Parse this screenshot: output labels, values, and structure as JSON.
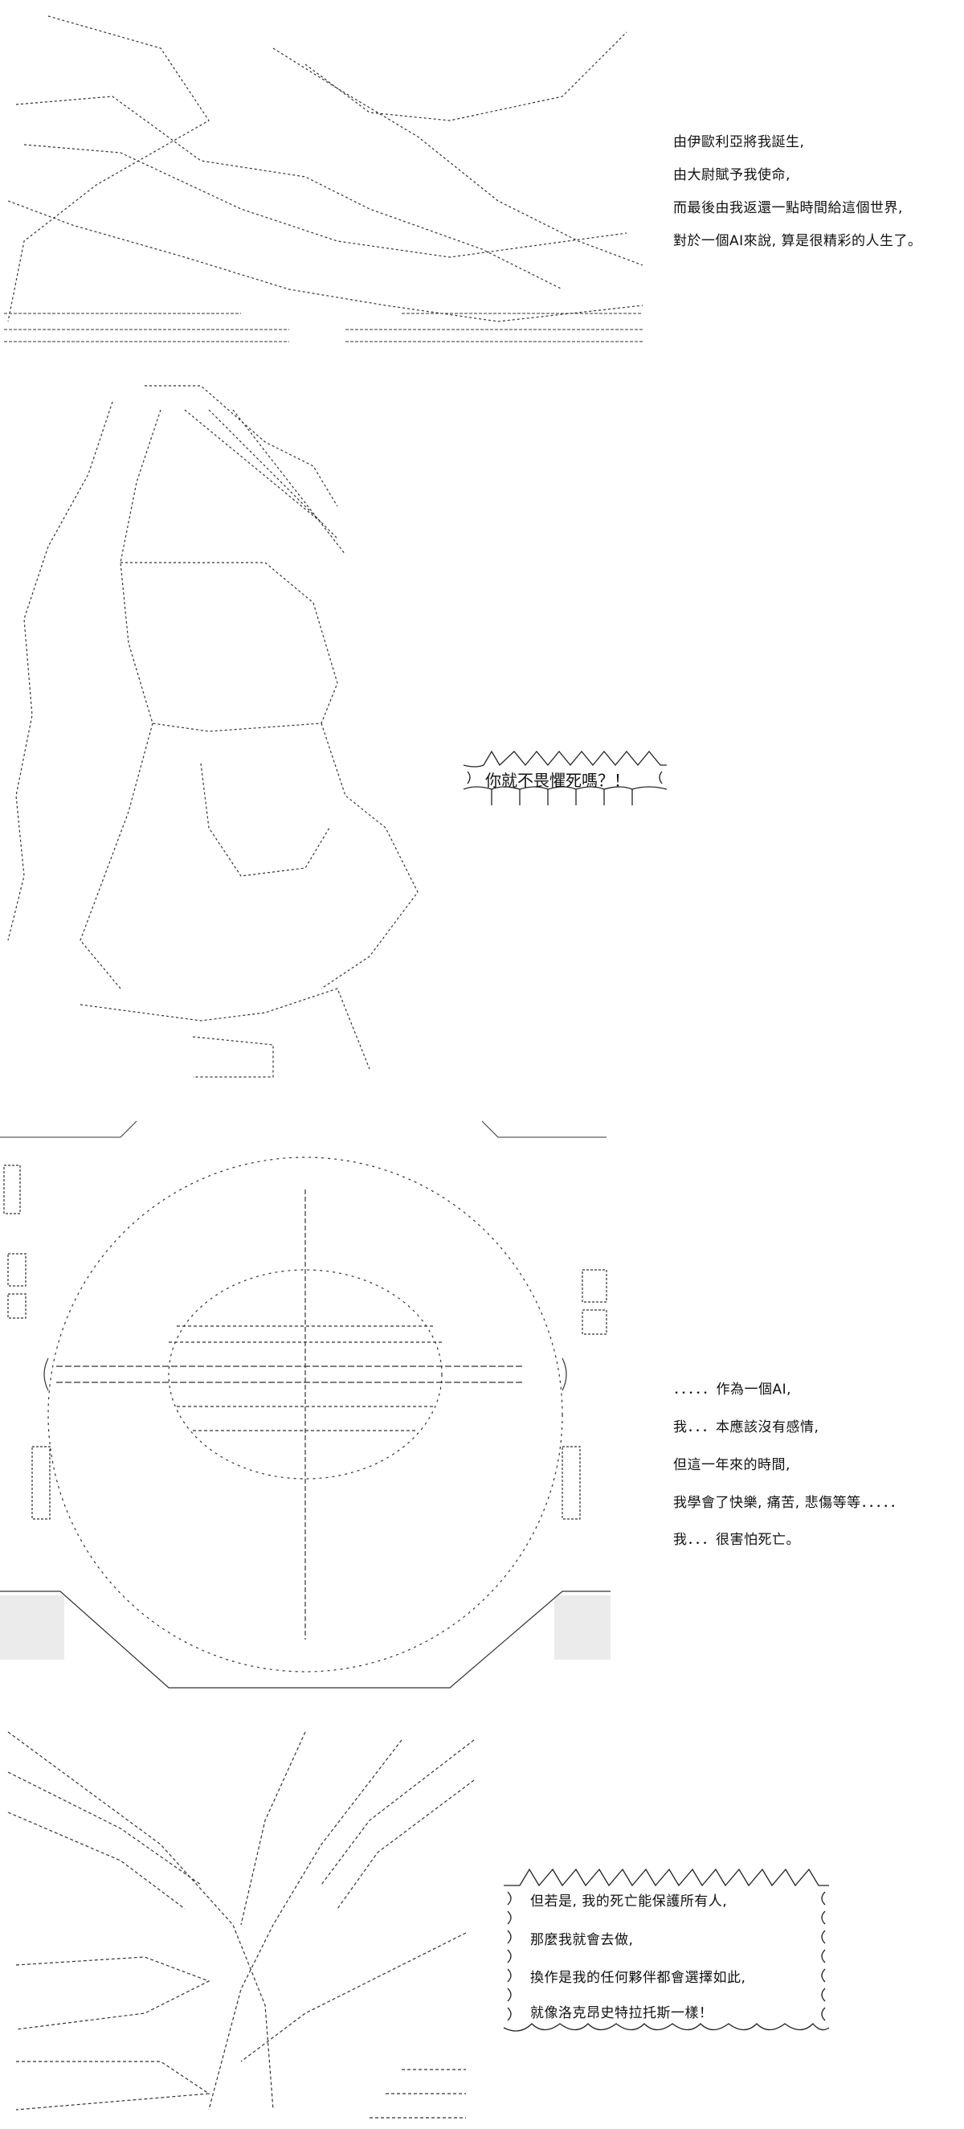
{
  "panel1": {
    "narration": [
      "由伊歐利亞將我誕生,",
      "由大尉賦予我使命,",
      "而最後由我返還一點時間給這個世界,",
      "對於一個AI來說, 算是很精彩的人生了。"
    ]
  },
  "panel2": {
    "shout": "你就不畏懼死嗎？！"
  },
  "panel3": {
    "monologue": [
      "．．．．．作為一個AI,",
      "我．．．本應該沒有感情,",
      "但這一年來的時間,",
      "我學會了快樂, 痛苦, 悲傷等等．．．．．",
      "我．．．很害怕死亡。"
    ]
  },
  "panel4": {
    "speech": [
      "但若是, 我的死亡能保護所有人,",
      "那麼我就會去做,",
      "換作是我的任何夥伴都會選擇如此,",
      "就像洛克昂史特拉托斯一樣！"
    ]
  }
}
